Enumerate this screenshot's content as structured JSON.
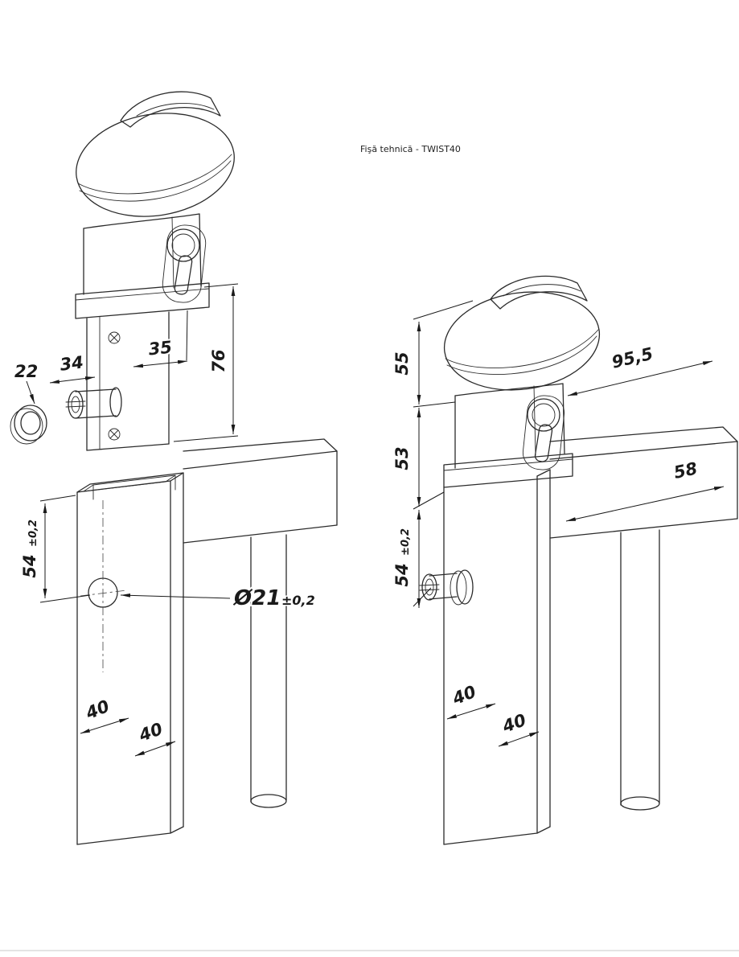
{
  "title": "Fişă tehnică - TWIST40",
  "views": {
    "left": {
      "dims": {
        "washer_diameter": "22",
        "pin_length": "34",
        "cylinder_offset": "35",
        "lock_height": "76",
        "hole_offset": "54",
        "hole_offset_tolerance": "±0,2",
        "hole_diameter": "Ø21",
        "hole_diameter_tolerance": "±0,2",
        "post_width": "40",
        "post_depth": "40"
      }
    },
    "right": {
      "dims": {
        "cap_height": "55",
        "body_height": "53",
        "pin_offset": "54",
        "pin_offset_tolerance": "±0,2",
        "overall_length": "95,5",
        "projection": "58",
        "post_width": "40",
        "post_depth": "40"
      }
    }
  }
}
